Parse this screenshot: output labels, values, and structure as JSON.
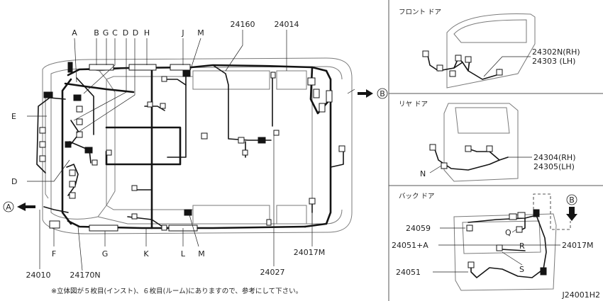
{
  "top_labels": [
    "A",
    "B",
    "G",
    "C",
    "D",
    "D",
    "H",
    "J",
    "M",
    "24160",
    "24014"
  ],
  "left_labels": {
    "E": "E",
    "D": "D"
  },
  "bottom_labels": [
    "F",
    "24010",
    "24170N",
    "G",
    "K",
    "L",
    "M",
    "24027",
    "24017M"
  ],
  "circle_marks": {
    "A": "A",
    "B": "B"
  },
  "footnote": "※立体図が５枚目(インスト)、６枚目(ルーム)にありますので、参考にして下さい。",
  "front_door": {
    "title": "フロント ドア",
    "part_rh": "24302N(RH)",
    "part_lh": "24303 (LH)"
  },
  "rear_door": {
    "title": "リヤ ドア",
    "marker": "N",
    "part_rh": "24304(RH)",
    "part_lh": "24305(LH)"
  },
  "back_door": {
    "title": "バック ドア",
    "circle_mark": "B",
    "left_labels": [
      "24059",
      "24051+A",
      "24051"
    ],
    "inner_labels": [
      "Q",
      "R",
      "S"
    ],
    "right_label": "24017M"
  },
  "drawing_code": "J24001H2"
}
